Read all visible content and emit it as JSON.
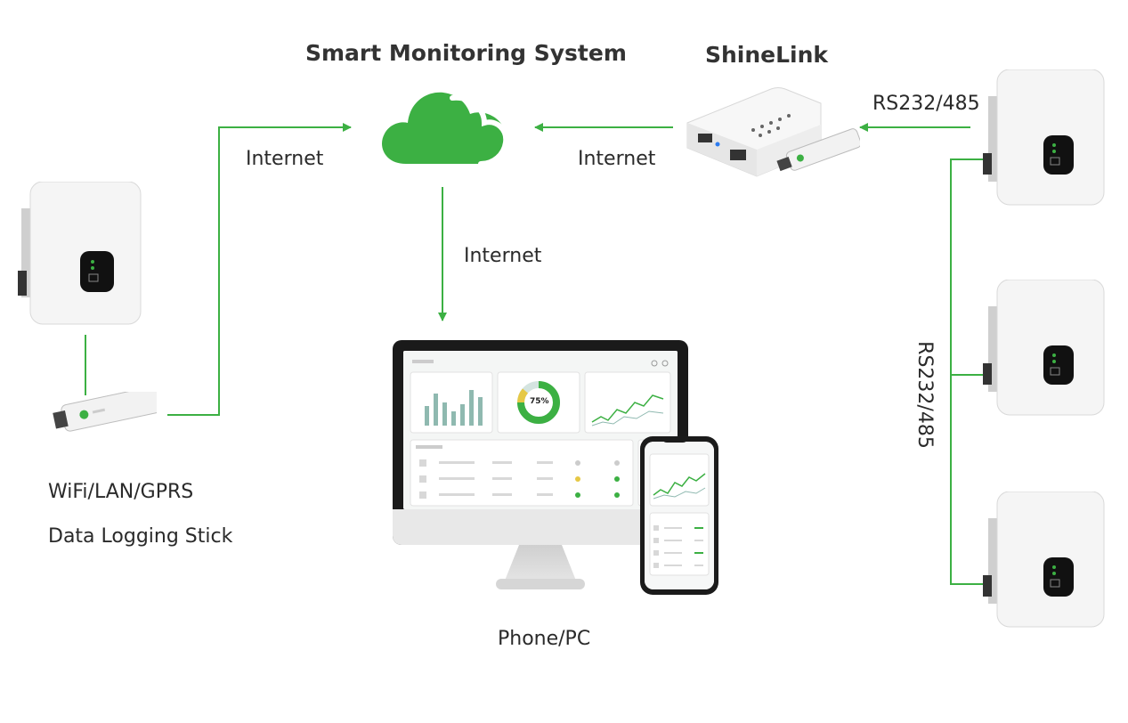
{
  "title": "Smart Monitoring System",
  "shinelink": "ShineLink",
  "links": {
    "internet_left": "Internet",
    "internet_right": "Internet",
    "internet_down": "Internet",
    "rs_horizontal": "RS232/485",
    "rs_vertical": "RS232/485"
  },
  "stick": {
    "line1": "WiFi/LAN/GPRS",
    "line2": "Data Logging Stick"
  },
  "client": "Phone/PC",
  "dashboard": {
    "gauge_value": "75%"
  },
  "colors": {
    "accent": "#3cb043",
    "arrow": "#3cb043",
    "device": "#f3f3f3"
  }
}
